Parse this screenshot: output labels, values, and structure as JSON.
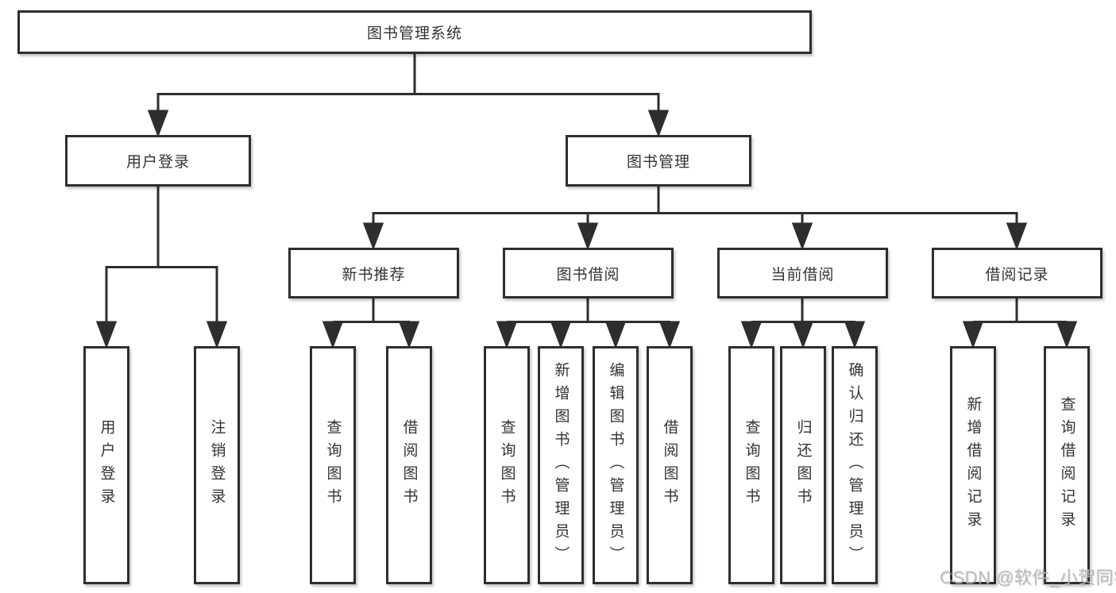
{
  "tree": {
    "root": {
      "label": "图书管理系统"
    },
    "level2": [
      {
        "label": "用户登录"
      },
      {
        "label": "图书管理"
      }
    ],
    "level3": [
      {
        "label": "新书推荐"
      },
      {
        "label": "图书借阅"
      },
      {
        "label": "当前借阅"
      },
      {
        "label": "借阅记录"
      }
    ],
    "leaves": {
      "user_login": [
        {
          "label": "用户登录"
        },
        {
          "label": "注销登录"
        }
      ],
      "new_book": [
        {
          "label": "查询图书"
        },
        {
          "label": "借阅图书"
        }
      ],
      "book_borrow": [
        {
          "label": "查询图书"
        },
        {
          "label": "新增图书（管理员）"
        },
        {
          "label": "编辑图书（管理员）"
        },
        {
          "label": "借阅图书"
        }
      ],
      "current_borrow": [
        {
          "label": "查询图书"
        },
        {
          "label": "归还图书"
        },
        {
          "label": "确认归还（管理员）"
        }
      ],
      "borrow_records": [
        {
          "label": "新增借阅记录"
        },
        {
          "label": "查询借阅记录"
        }
      ]
    }
  },
  "watermark": {
    "text": "CSDN @软件_小贺同学"
  },
  "colors": {
    "line": "#2e2e2e",
    "box_border": "#2e2e2e",
    "text": "#333333",
    "watermark": "#b9b9b9",
    "background": "#ffffff"
  }
}
